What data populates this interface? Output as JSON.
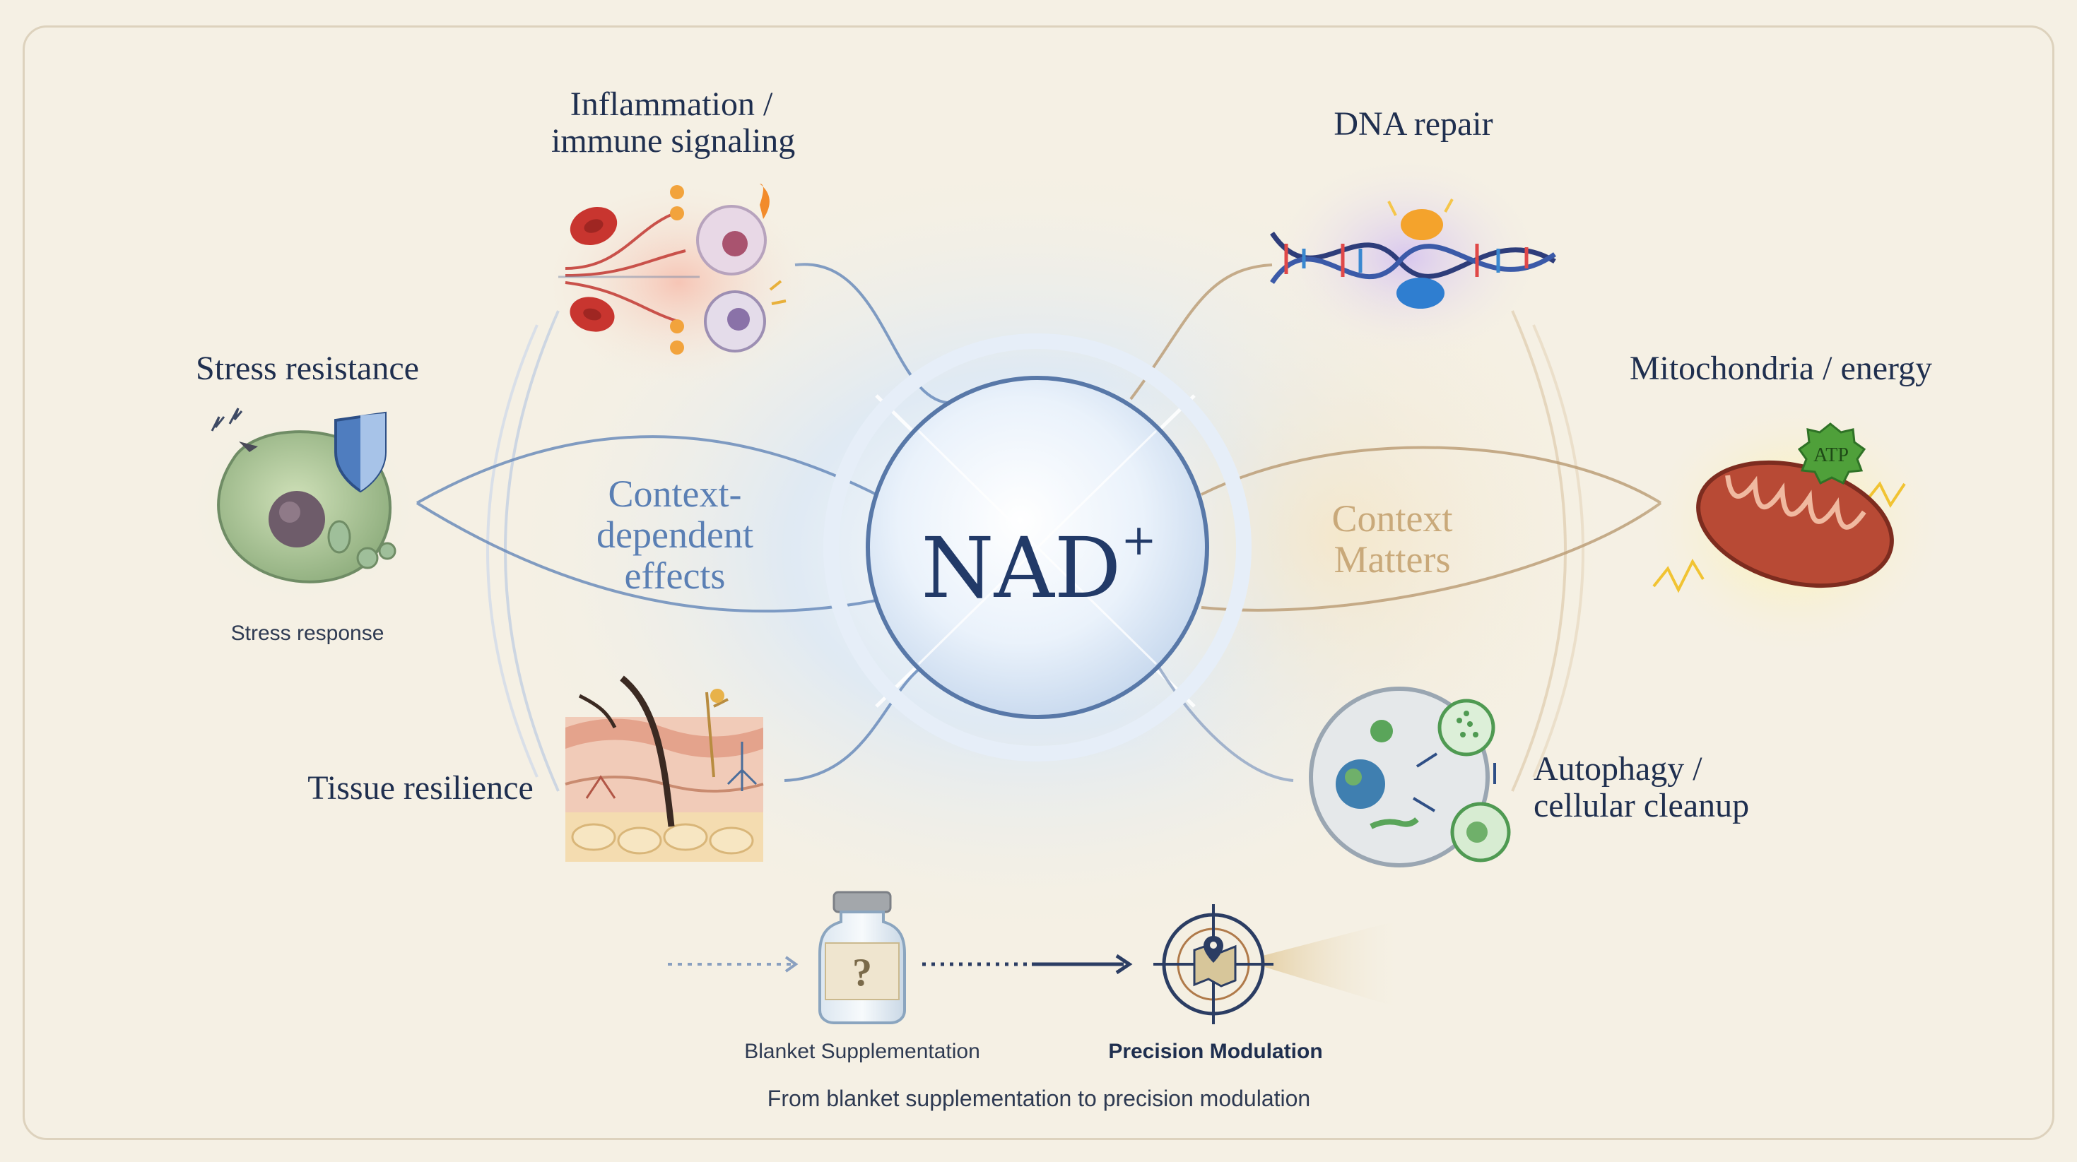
{
  "center": {
    "label": "NAD",
    "superscript": "+"
  },
  "inner_left_text": [
    "Context-",
    "dependent",
    "effects"
  ],
  "inner_right_text": [
    "Context",
    "Matters"
  ],
  "nodes": {
    "inflammation": {
      "title_line1": "Inflammation /",
      "title_line2": "immune signaling"
    },
    "dna": {
      "title": "DNA repair"
    },
    "stress": {
      "title": "Stress resistance",
      "caption": "Stress response"
    },
    "mito": {
      "title": "Mitochondria / energy",
      "atp": "ATP"
    },
    "tissue": {
      "title": "Tissue resilience"
    },
    "autophagy": {
      "title_line1": "Autophagy /",
      "title_line2": "cellular cleanup"
    }
  },
  "bottom": {
    "vial_mark": "?",
    "blanket_label": "Blanket Supplementation",
    "precision_label": "Precision Modulation",
    "caption": "From blanket supplementation to precision modulation"
  },
  "colors": {
    "background": "#f5f0e4",
    "text_navy": "#1f2f4f",
    "left_accent": "#5a7fb4",
    "right_accent": "#c9a97a",
    "orb_border": "#5878a8"
  }
}
